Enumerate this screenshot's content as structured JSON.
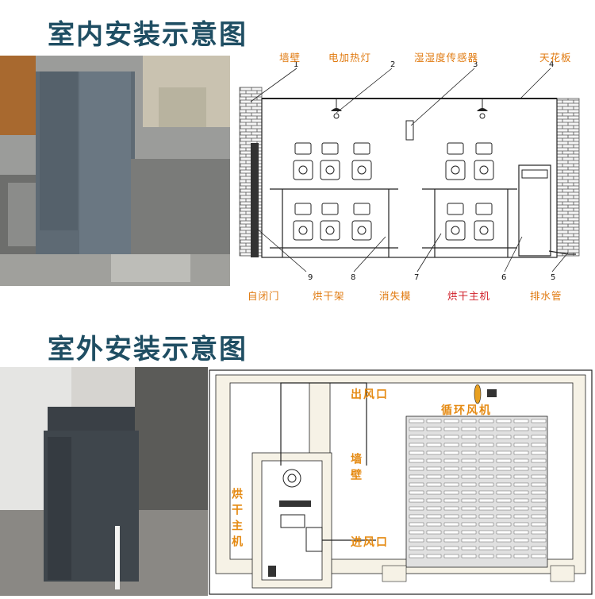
{
  "sections": {
    "indoor_title": "室内安装示意图",
    "outdoor_title": "室外安装示意图"
  },
  "indoor_diagram": {
    "top_labels": [
      "墙壁",
      "电加热灯",
      "湿湿度传感器",
      "天花板"
    ],
    "top_numbers": [
      "1",
      "2",
      "3",
      "4"
    ],
    "bottom_labels": [
      "自闭门",
      "烘干架",
      "消失模",
      "烘干主机",
      "排水管"
    ],
    "bottom_numbers": [
      "9",
      "8",
      "7",
      "6",
      "5"
    ]
  },
  "outdoor_diagram": {
    "air_outlet": "出风口",
    "circulation_fan": "循环风机",
    "wall": "墙壁",
    "dryer_host": "烘干主机",
    "air_inlet": "进风口"
  },
  "colors": {
    "title": "#1f4e63",
    "label_orange": "#e07a10",
    "label_red": "#d0202a",
    "brick": "#9a9a9a",
    "wall_fill": "#f4f0e4"
  }
}
